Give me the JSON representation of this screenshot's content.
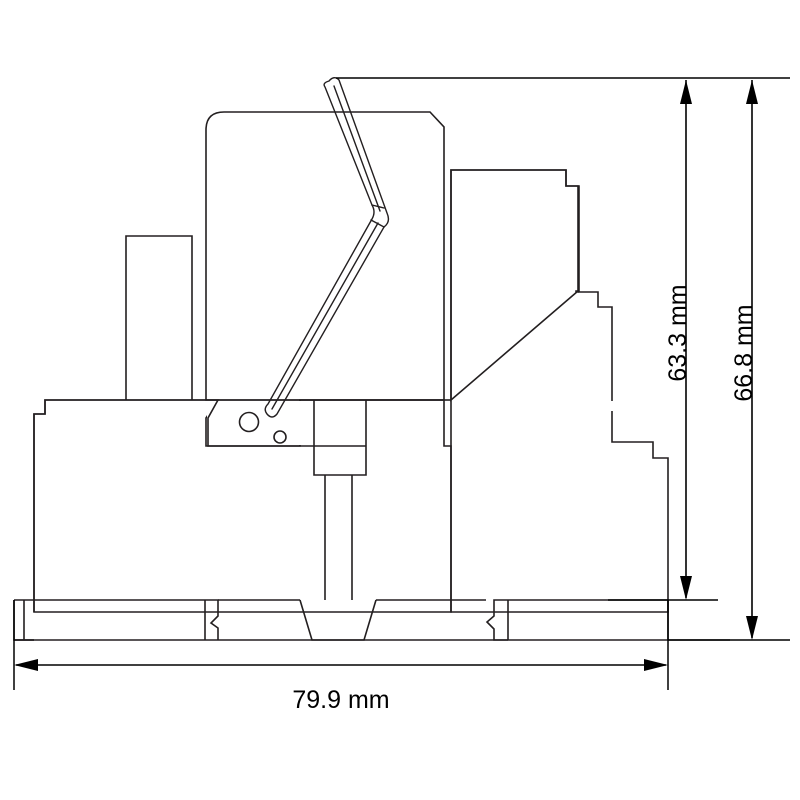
{
  "drawing": {
    "kind": "technical-dimension-drawing",
    "subject": "relay module side view with DIN rail socket",
    "background_color": "#ffffff",
    "line_color": "#231f20",
    "dimension_color": "#000000",
    "units": "mm"
  },
  "dimensions": {
    "height_inner": {
      "value": "63.3",
      "unit": "mm",
      "label": "63.3 mm",
      "orientation": "vertical"
    },
    "height_outer": {
      "value": "66.8",
      "unit": "mm",
      "label": "66.8 mm",
      "orientation": "vertical"
    },
    "width_overall": {
      "value": "79.9",
      "unit": "mm",
      "label": "79.9 mm",
      "orientation": "horizontal"
    }
  },
  "parts": {
    "relay_body": "relay-housing-outline",
    "lever": "test-lever-zigzag",
    "socket_base": "din-rail-socket-base",
    "left_block": "left-terminal-block",
    "center_pin": "center-plunger-pin",
    "rail_clip": "din-rail-release-clip",
    "screw_holes": "terminal-screw-holes"
  }
}
